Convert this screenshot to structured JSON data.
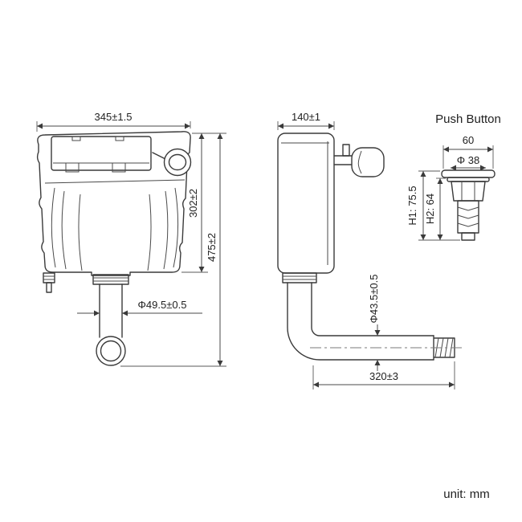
{
  "front_view": {
    "width_dim": "345±1.5",
    "tank_height_dim": "302±2",
    "total_height_dim": "475±2",
    "outlet_diameter_dim": "Φ49.5±0.5"
  },
  "side_view": {
    "depth_dim": "140±1",
    "pipe_diameter_dim": "Φ43.5±0.5",
    "pipe_length_dim": "320±3"
  },
  "push_button": {
    "title": "Push Button",
    "width_dim": "60",
    "diameter_dim": "Φ 38",
    "h1_dim": "H1: 75.5",
    "h2_dim": "H2: 64"
  },
  "footer": {
    "unit_label": "unit: mm"
  },
  "colors": {
    "line": "#3a3a3a",
    "dimension": "#4a4a4a",
    "background": "#ffffff"
  }
}
